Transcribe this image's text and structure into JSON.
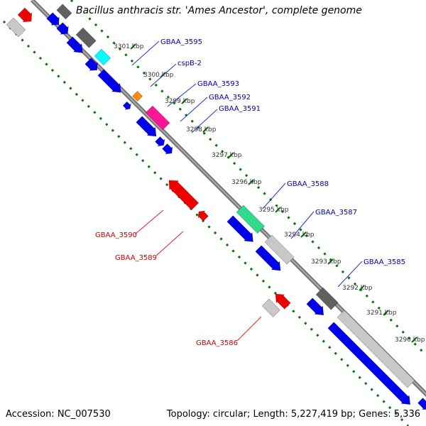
{
  "title": "Bacillus anthracis str. 'Ames Ancestor', complete genome",
  "accession": "Accession: NC_007530",
  "summary": "Topology: circular; Length: 5,227,419 bp; Genes: 5,336",
  "colors": {
    "forward_cds": "#0000ee",
    "reverse_cds": "#ee0000",
    "grey_dark": "#606060",
    "grey_light": "#c8c8c8",
    "cyan": "#00ffff",
    "orange": "#ff8c00",
    "magenta": "#ff1493",
    "green": "#2eda8c",
    "label_forward": "#0000aa",
    "label_reverse": "#cc0000",
    "tick_green": "#007700"
  },
  "ticks": [
    {
      "label": "3301 kbp"
    },
    {
      "label": "3300 kbp"
    },
    {
      "label": "3299 kbp"
    },
    {
      "label": "3298 kbp"
    },
    {
      "label": "3297 kbp"
    },
    {
      "label": "3296 kbp"
    },
    {
      "label": "3295 kbp"
    },
    {
      "label": "3294 kbp"
    },
    {
      "label": "3293 kbp"
    },
    {
      "label": "3292 kbp"
    },
    {
      "label": "3291 kbp"
    },
    {
      "label": "3290 kbp"
    }
  ],
  "gene_labels": [
    {
      "name": "GBAA_3595",
      "strand": "forward"
    },
    {
      "name": "cspB-2",
      "strand": "forward"
    },
    {
      "name": "GBAA_3593",
      "strand": "forward"
    },
    {
      "name": "GBAA_3592",
      "strand": "forward"
    },
    {
      "name": "GBAA_3591",
      "strand": "forward"
    },
    {
      "name": "GBAA_3588",
      "strand": "forward"
    },
    {
      "name": "GBAA_3587",
      "strand": "forward"
    },
    {
      "name": "GBAA_3585",
      "strand": "forward"
    },
    {
      "name": "GBAA_3590",
      "strand": "reverse"
    },
    {
      "name": "GBAA_3589",
      "strand": "reverse"
    },
    {
      "name": "GBAA_3586",
      "strand": "reverse"
    }
  ]
}
